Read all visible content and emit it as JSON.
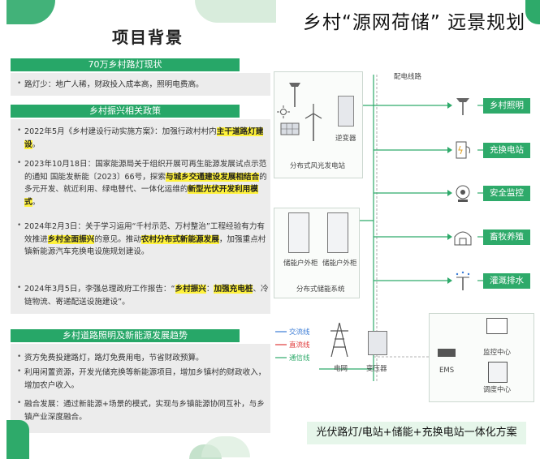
{
  "left": {
    "title": "项目背景",
    "section1": {
      "header": "70万乡村路灯现状",
      "items": [
        {
          "text": "路灯少：地广人稀，财政投入成本高，照明电费高。"
        }
      ]
    },
    "section2": {
      "header": "乡村振兴相关政策",
      "items": [
        {
          "p1": "2022年5月《乡村建设行动实施方案》：加强行政村村内",
          "h1": "主干道路灯建设",
          "p2": "。"
        },
        {
          "p1": "2023年10月18日：国家能源局关于组织开展可再生能源发展试点示范的通知 国能发新能〔2023〕66号，探索",
          "h1": "与城乡交通建设发展相结合",
          "p2": "的多元开发、就近利用、绿电替代、一体化运维的",
          "h2": "新型光伏开发利用模式",
          "p3": "。"
        },
        {
          "p1": "2024年2月3日：关于学习运用“千村示范、万村整治”工程经验有力有效推进",
          "h1": "乡村全面振兴",
          "p2": "的意见。推动",
          "h2": "农村分布式新能源发展",
          "p3": "，加强重点村镇新能源汽车充换电设施规划建设。"
        },
        {
          "p1": "2024年3月5日，李强总理政府工作报告：“",
          "h1": "乡村振兴",
          "p2": "：",
          "h2": "加强充电桩",
          "p3": "、冷链物流、寄递配送设施建设”。"
        }
      ]
    },
    "section3": {
      "header": "乡村道路照明及新能源发展趋势",
      "items": [
        {
          "text": "资方免费投建路灯，路灯免费用电，节省财政预算。"
        },
        {
          "text": "利用闲置资源，开发光储充换等新能源项目，增加乡镇村的财政收入，增加农户收入。"
        },
        {
          "text": "融合发展：通过新能源+场景的模式，实现与乡镇能源协同互补，与乡镇产业深度融合。"
        }
      ]
    }
  },
  "right": {
    "title": "乡村“源网荷储” 远景规划",
    "distribution_label": "配电线路",
    "gen_station_label": "分布式风光发电站",
    "inverter_label": "逆变器",
    "storage_system_label": "分布式储能系统",
    "storage_cabinet_1": "储能户外柜",
    "storage_cabinet_2": "储能户外柜",
    "legend": {
      "ac": "交流线",
      "dc": "直流线",
      "comm": "通信线"
    },
    "grid_label": "电网",
    "transformer_label": "变压器",
    "ems_label": "EMS",
    "monitor_center": "监控中心",
    "dispatch_center": "调度中心",
    "outputs": [
      "乡村照明",
      "充换电站",
      "安全监控",
      "畜牧养殖",
      "灌溉排水"
    ],
    "bottom_tag": "光伏路灯/电站+储能+充换电站一体化方案",
    "colors": {
      "ac": "#3a7bd5",
      "dc": "#e03b3b",
      "comm": "#2eaa6a",
      "accent": "#27a768"
    }
  }
}
